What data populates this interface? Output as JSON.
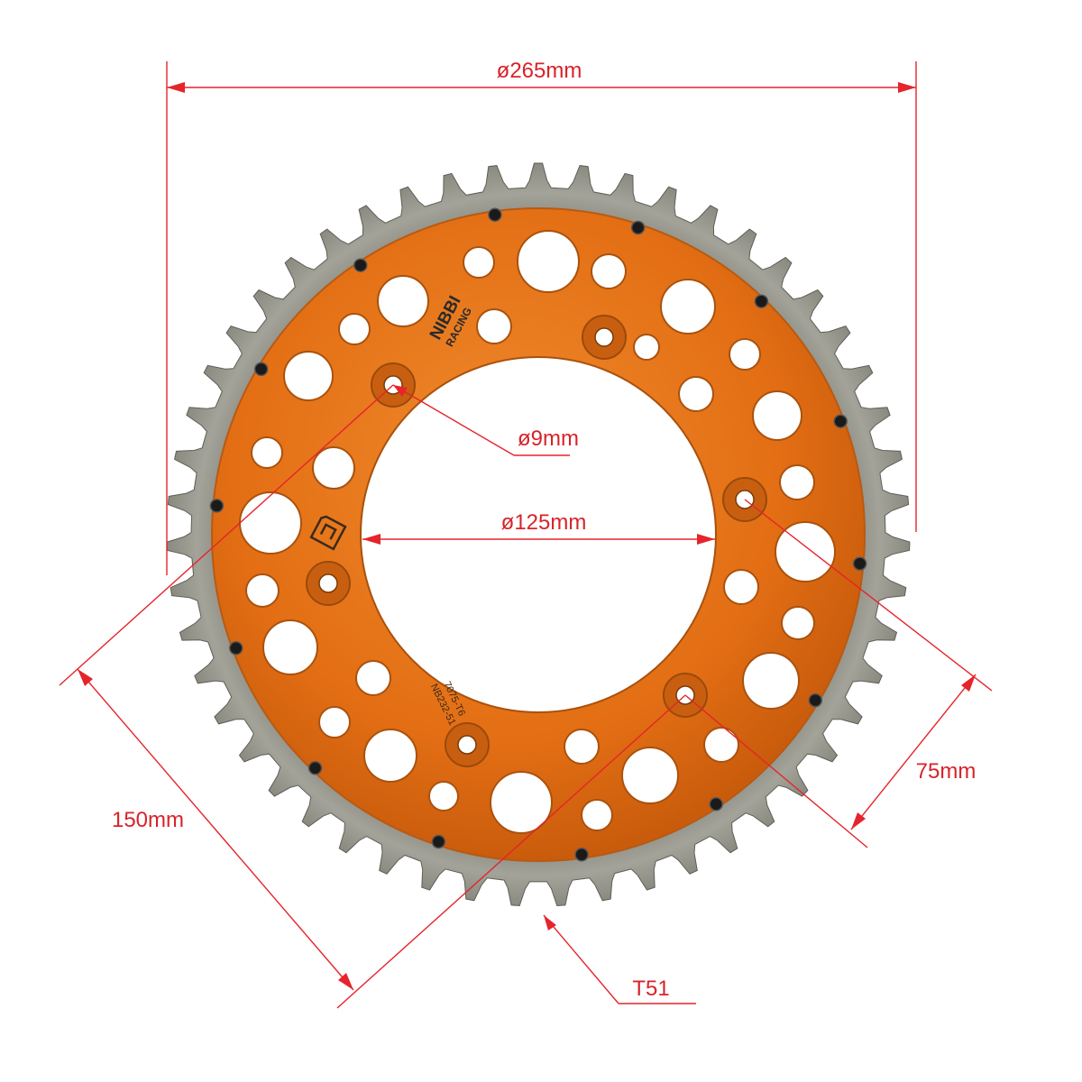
{
  "dimensions": {
    "outer_diameter": "ø265mm",
    "center_bore": "ø125mm",
    "bolt_hole": "ø9mm",
    "bolt_circle": "150mm",
    "bolt_spacing": "75mm",
    "teeth": "T51"
  },
  "engraving": {
    "brand_line1": "NIBBI",
    "brand_line2": "RACING",
    "part_number": "NB232-51",
    "material": "7075-T6"
  },
  "colors": {
    "dimension_red": "#e5242b",
    "tooth_ring": "#8f8f86",
    "carrier_orange": "#e8761a"
  },
  "sprocket": {
    "tooth_count": 51
  }
}
